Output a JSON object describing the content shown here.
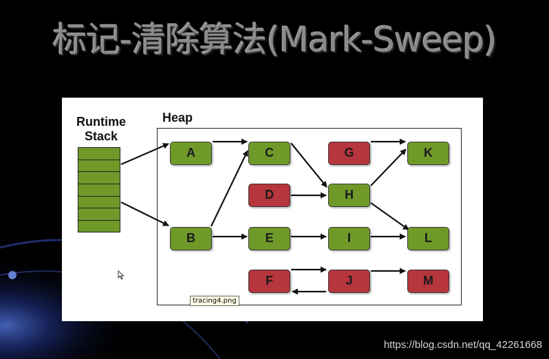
{
  "slide": {
    "title": "标记-清除算法(Mark-Sweep)"
  },
  "diagram": {
    "runtime_stack_label": "Runtime\nStack",
    "heap_label": "Heap",
    "nodes": [
      {
        "id": "A",
        "label": "A",
        "state": "reachable"
      },
      {
        "id": "B",
        "label": "B",
        "state": "reachable"
      },
      {
        "id": "C",
        "label": "C",
        "state": "reachable"
      },
      {
        "id": "D",
        "label": "D",
        "state": "unreachable"
      },
      {
        "id": "E",
        "label": "E",
        "state": "reachable"
      },
      {
        "id": "F",
        "label": "F",
        "state": "unreachable"
      },
      {
        "id": "G",
        "label": "G",
        "state": "unreachable"
      },
      {
        "id": "H",
        "label": "H",
        "state": "reachable"
      },
      {
        "id": "I",
        "label": "I",
        "state": "reachable"
      },
      {
        "id": "J",
        "label": "J",
        "state": "unreachable"
      },
      {
        "id": "K",
        "label": "K",
        "state": "reachable"
      },
      {
        "id": "L",
        "label": "L",
        "state": "reachable"
      },
      {
        "id": "M",
        "label": "M",
        "state": "unreachable"
      }
    ],
    "edges": [
      [
        "stack",
        "A"
      ],
      [
        "stack",
        "B"
      ],
      [
        "A",
        "C"
      ],
      [
        "B",
        "C"
      ],
      [
        "B",
        "E"
      ],
      [
        "C",
        "H"
      ],
      [
        "D",
        "H"
      ],
      [
        "E",
        "I"
      ],
      [
        "G",
        "K"
      ],
      [
        "H",
        "K"
      ],
      [
        "H",
        "L"
      ],
      [
        "I",
        "L"
      ],
      [
        "F",
        "J"
      ],
      [
        "J",
        "F"
      ],
      [
        "J",
        "M"
      ]
    ],
    "colors": {
      "reachable": "#6f9a2a",
      "unreachable": "#b7353c"
    }
  },
  "tooltip": {
    "text": "tracing4.png"
  },
  "watermark": {
    "text": "https://blog.csdn.net/qq_42261668"
  }
}
